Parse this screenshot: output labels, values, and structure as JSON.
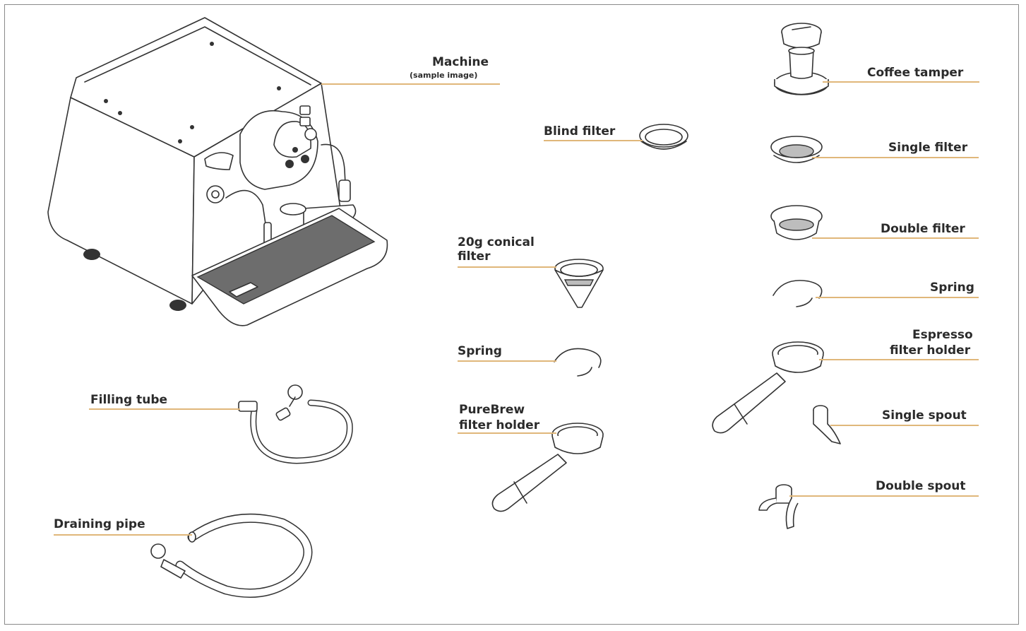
{
  "labels": {
    "machine": "Machine",
    "machine_sub": "(sample image)",
    "coffee_tamper": "Coffee tamper",
    "blind_filter": "Blind filter",
    "single_filter": "Single filter",
    "double_filter": "Double filter",
    "conical_filter_1": "20g conical",
    "conical_filter_2": "filter",
    "spring_right": "Spring",
    "spring_middle": "Spring",
    "espresso_holder_1": "Espresso",
    "espresso_holder_2": "filter holder",
    "single_spout": "Single spout",
    "double_spout": "Double spout",
    "filling_tube": "Filling tube",
    "purebrew_holder_1": "PureBrew",
    "purebrew_holder_2": "filter holder",
    "draining_pipe": "Draining pipe"
  },
  "colors": {
    "leader_line": "#e0b77a",
    "text": "#2b2b2b",
    "frame": "#8a8a8a"
  }
}
